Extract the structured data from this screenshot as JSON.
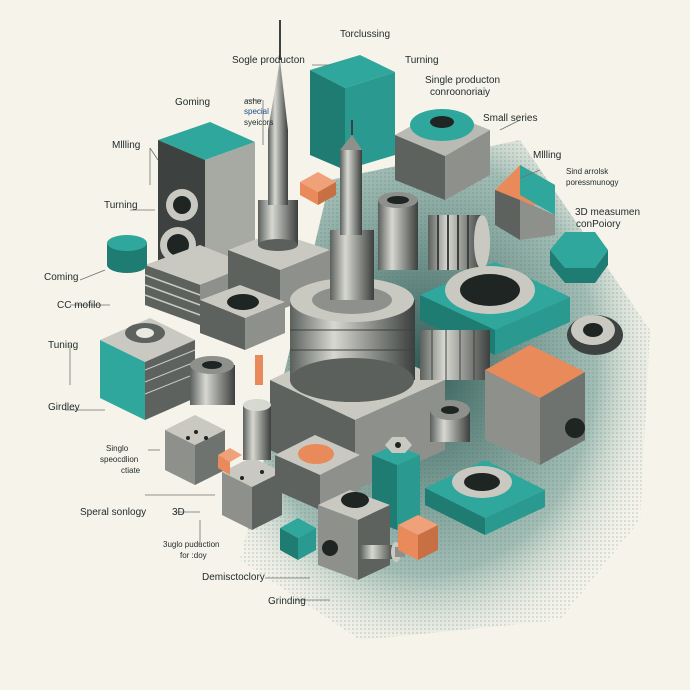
{
  "colors": {
    "background": "#f5f3ea",
    "teal": "#2fa79c",
    "teal_dark": "#1f7c73",
    "gray_light": "#c9c9c2",
    "gray_mid": "#8d8f8b",
    "gray_dark": "#3d4240",
    "ink": "#1e2523",
    "orange": "#e88a5a",
    "shadow": "#5f8c86"
  },
  "labels": {
    "top_center": "Torclussing",
    "single_production_top": "Sogle producton",
    "turning_top": "Turning",
    "single_production_right": "Single producton",
    "conventionally": "conroonoriaiy",
    "coming_left": "Goming",
    "special_a": "ashe",
    "special_b": "special",
    "special_c": "syeicors",
    "small_series": "Small series",
    "milling_left": "Mllling",
    "milling_right": "Mllling",
    "sind_a": "Sind arrolsk",
    "sind_b": "poressmunogy",
    "turning_left": "Turning",
    "measurement_a": "3D measumen",
    "measurement_b": "conPoiory",
    "coming_left2": "Coming",
    "cnc_milling": "CC mofilo",
    "turning_left2": "Tuning",
    "girdley": "Girdley",
    "single_spec_a": "Singlo",
    "single_spec_b": "speocdlion",
    "single_spec_c": "ctiate",
    "special_sonology": "Speral sonlogy",
    "three_d": "3D",
    "single_prod_bottom_a": "3uglo puduction",
    "single_prod_bottom_b": "for :doy",
    "demonstratory": "Demisctoclory",
    "grinding": "Grinding"
  }
}
